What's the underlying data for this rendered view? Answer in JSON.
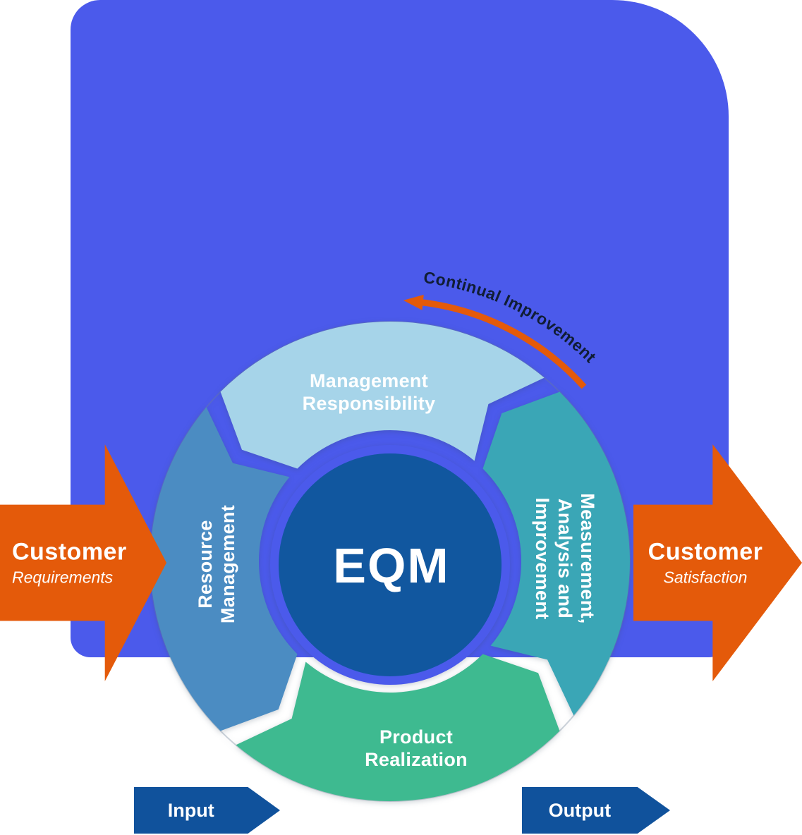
{
  "colors": {
    "panel_blue": "#4b5aeb",
    "orange": "#e45a0a",
    "center_blue": "#11579f",
    "io_blue": "#10529c",
    "ci_text": "#101d35",
    "segment_management": "#a6d4e9",
    "segment_measurement": "#3aa6b6",
    "segment_product": "#3eba90",
    "segment_resource": "#4b8cc2"
  },
  "wheel": {
    "center_label": "EQM",
    "continual_improvement": "Continual Improvement",
    "segments": {
      "management": "Management\nResponsibility",
      "measurement": "Measurement,\nAnalysis and\nImprovement",
      "product": "Product\nRealization",
      "resource": "Resource\nManagement"
    }
  },
  "flows": {
    "left": {
      "title": "Customer",
      "subtitle": "Requirements"
    },
    "right": {
      "title": "Customer",
      "subtitle": "Satisfaction"
    },
    "input": "Input",
    "output": "Output"
  }
}
